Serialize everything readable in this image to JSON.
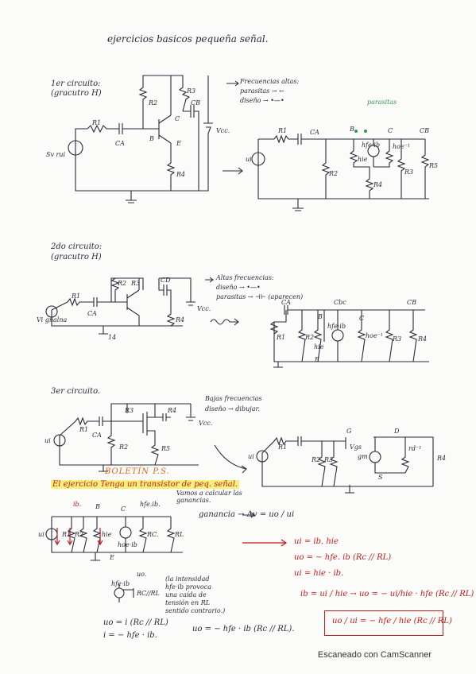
{
  "title": "ejercicios basicos pequeña señal.",
  "circuit1": {
    "heading": "1er circuito:",
    "subheading": "(gracutro H)",
    "labels": {
      "R1": "R1",
      "CA": "CA",
      "R2": "R2",
      "R3": "R3",
      "CB": "CB",
      "C": "C",
      "B": "B",
      "E": "E",
      "R4": "R4",
      "Vcc": "Vcc.",
      "source": "Sv rui"
    },
    "notes": [
      "Frecuencias altas:",
      "parasitas →  ←",
      "diseño →  •—•"
    ],
    "green_note": "parasitas",
    "eq_labels": {
      "R1": "R1",
      "CA": "CA",
      "B": "B",
      "C": "C",
      "CB": "CB",
      "hie": "hie",
      "R2": "R2",
      "R4": "R4",
      "R3": "R3",
      "R5": "R5",
      "hfeib": "hfe·ib",
      "hoe": "hoe⁻¹",
      "ui": "ui"
    }
  },
  "circuit2": {
    "heading": "2do circuito:",
    "subheading": "(gracutro H)",
    "labels": {
      "R1": "R1",
      "CA": "CA",
      "R2": "R2",
      "R3": "R3",
      "CD": "CD",
      "R4": "R4",
      "Vcc": "Vcc.",
      "source": "Vi\ngnalna",
      "ground": "14"
    },
    "notes": [
      "Altas frecuencias:",
      "diseño →  •—•",
      "parasitas → ⊣⊢ (aparecen)"
    ],
    "eq_labels": {
      "CA": "CA",
      "CBC": "Cbc",
      "CB": "CB",
      "R1": "R1",
      "R2": "R2",
      "hie": "hie",
      "hfeib": "hfe·ib",
      "C": "C",
      "hoe": "hoe⁻¹",
      "R3": "R3",
      "R4": "R4",
      "B": "B",
      "E": "E"
    }
  },
  "circuit3": {
    "heading": "3er circuito.",
    "labels": {
      "R1": "R1",
      "CA": "CA",
      "R2": "R2",
      "R3": "R3",
      "R4": "R4",
      "R5": "R5",
      "Vcc": "Vcc.",
      "ui": "ui"
    },
    "notes": [
      "Bajas frecuencias",
      "diseño → dibujar."
    ],
    "eq_labels": {
      "R1": "R1",
      "R2": "R2",
      "R3": "R3",
      "G": "G",
      "D": "D",
      "S": "S",
      "R4": "R4",
      "Vgs": "Vgs",
      "gm": "gm",
      "rd": "rd⁻¹",
      "ui": "ui"
    }
  },
  "bulletin": {
    "title": "BOLETÍN P.S.",
    "line": "El ejercicio Tenga un transistor de peq. señal.",
    "note": "Vamos a calcular las ganancias.",
    "circuit_labels": {
      "ib": "ib.",
      "B": "B",
      "C": "C",
      "hfeib": "hfe.ib.",
      "R1": "R1",
      "R2": "R2",
      "hie": "hie",
      "hoe": "hoe·ib",
      "Rc": "RC.",
      "RL": "RL",
      "ui": "ui",
      "E": "E"
    },
    "gain": "ganancia → Δv = uo / ui",
    "note2": [
      "(la intensidad",
      "hfe·ib provoca",
      "una caída de",
      "tensión en RL",
      "sentido contrario.)"
    ],
    "mini": [
      "uo.",
      "hfe·ib",
      "RC//RL"
    ],
    "eqs_black": [
      "uo = i (Rc // RL)",
      "i = − hfe · ib."
    ],
    "eq_brace": "uo = − hfe · ib (Rc // RL).",
    "eqs_red": [
      "ui = ib. hie",
      "uo = − hfe. ib (Rc // RL)",
      "ui = hie · ib.",
      "ib = ui / hie → uo = − ui/hie · hfe (Rc // RL)",
      "uo / ui = − hfe / hie (Rc // RL)"
    ]
  },
  "footer": "Escaneado con CamScanner"
}
